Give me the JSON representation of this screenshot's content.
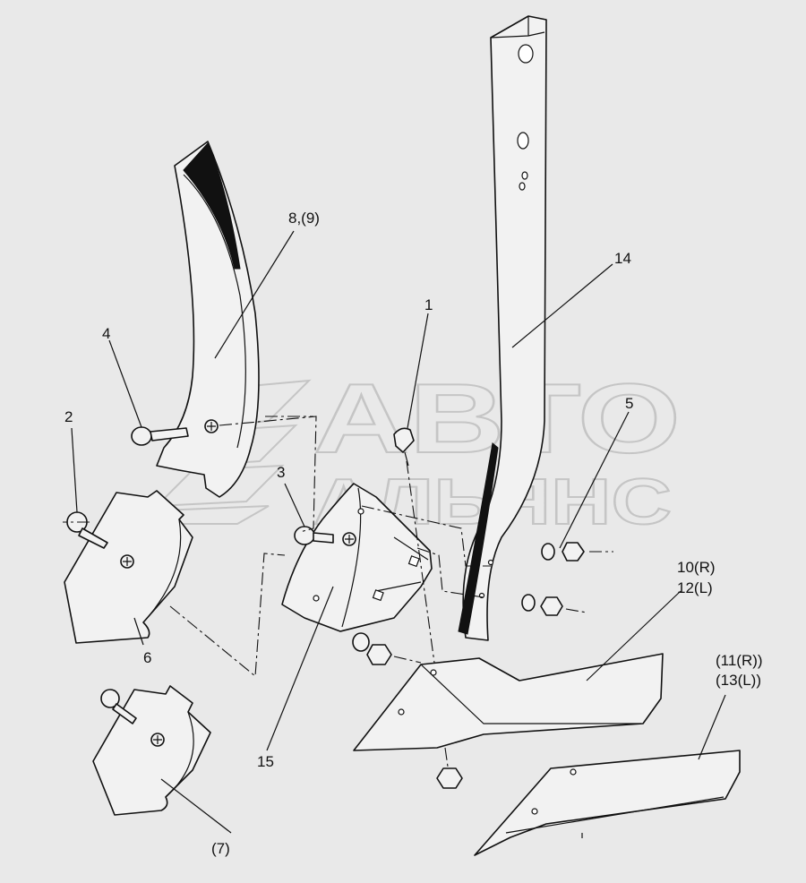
{
  "watermark": {
    "line1": "АВТО",
    "line2": "АЛЬЯНС"
  },
  "callouts": {
    "c1": "1",
    "c2": "2",
    "c3": "3",
    "c4": "4",
    "c5": "5",
    "c6": "6",
    "c7": "(7)",
    "c8": "8,(9)",
    "c10": "10(R)",
    "c12": "12(L)",
    "c11": "(11(R))",
    "c13": "(13(L))",
    "c14": "14",
    "c15": "15"
  },
  "colors": {
    "background": "#e9e9e9",
    "ink": "#111111",
    "watermark": "#b9b9b9"
  }
}
